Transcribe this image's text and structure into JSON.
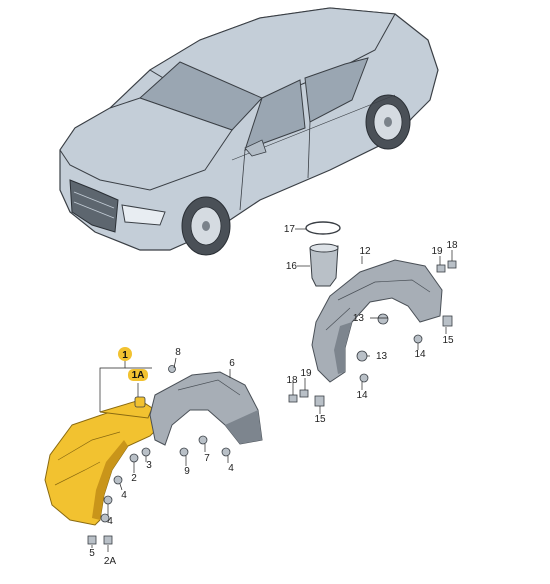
{
  "colors": {
    "car_body": "#c4ced8",
    "car_shadow": "#9aa6b2",
    "car_outline": "#3a3f45",
    "liner_front": "#f2c230",
    "liner_front_dark": "#c9951a",
    "liner_gray": "#a7aeb6",
    "liner_gray_dark": "#7d858e",
    "part_fill": "#b9c0c7",
    "label_highlight": "#f2c230"
  },
  "icons": {
    "car": "car-illustration",
    "front_liner": "front-wheel-housing-liner",
    "rear_liner": "rear-wheel-housing-liner",
    "clip": "clip-fastener",
    "screw": "screw-fastener",
    "nut": "nut-fastener"
  },
  "labels": {
    "l1": "1",
    "l1A": "1A",
    "l2": "2",
    "l2A": "2A",
    "l3": "3",
    "l4a": "4",
    "l4b": "4",
    "l4c": "4",
    "l5": "5",
    "l6": "6",
    "l7": "7",
    "l8": "8",
    "l9": "9",
    "l12": "12",
    "l13a": "13",
    "l13b": "13",
    "l14a": "14",
    "l14b": "14",
    "l15a": "15",
    "l15b": "15",
    "l16": "16",
    "l17": "17",
    "l18a": "18",
    "l18b": "18",
    "l19a": "19",
    "l19b": "19"
  }
}
